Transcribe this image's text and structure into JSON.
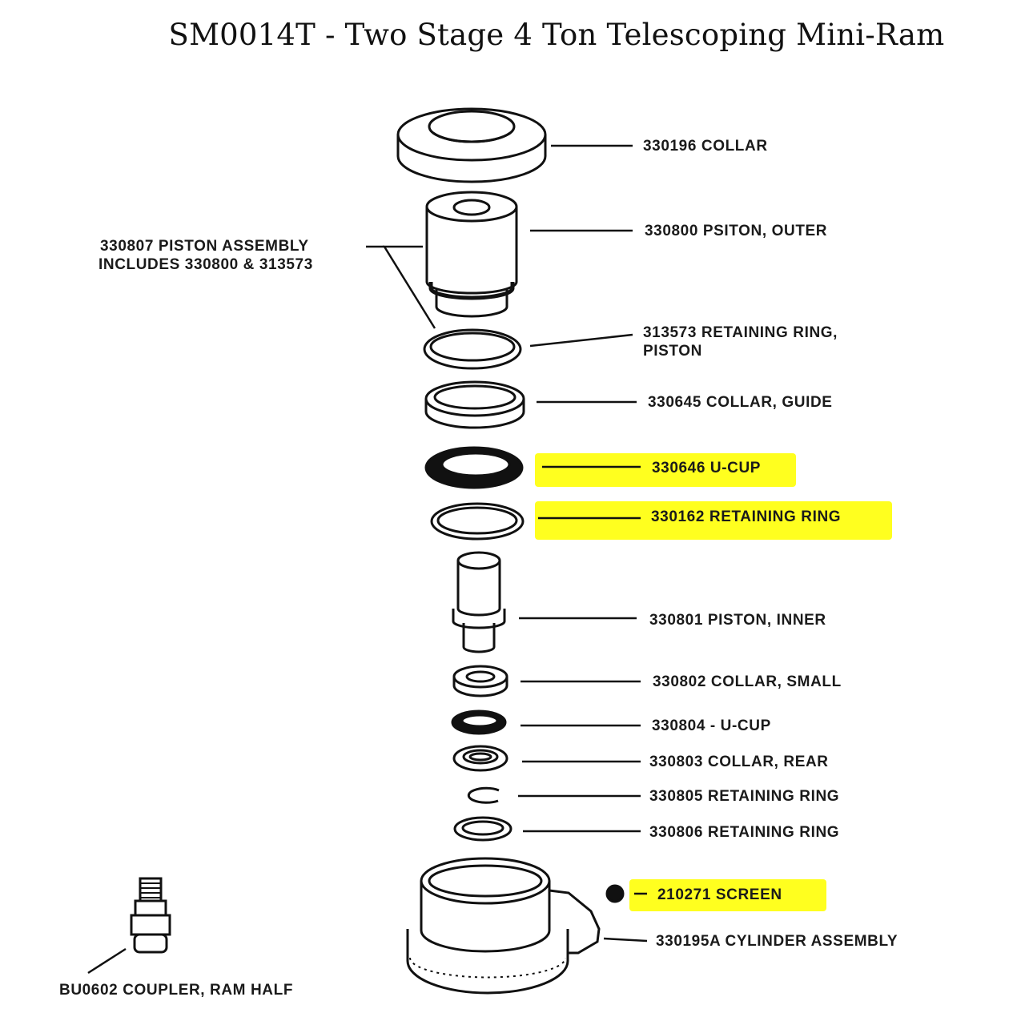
{
  "title": "SM0014T - Two Stage 4 Ton Telescoping Mini-Ram",
  "highlight_color": "#ffff1f",
  "parts": {
    "collar": "330196 COLLAR",
    "piston_outer": "330800 PSITON, OUTER",
    "piston_assembly_line1": "330807 PISTON ASSEMBLY",
    "piston_assembly_line2": "INCLUDES 330800 & 313573",
    "retaining_ring_piston_line1": "313573 RETAINING RING,",
    "retaining_ring_piston_line2": "PISTON",
    "collar_guide": "330645 COLLAR, GUIDE",
    "u_cup": "330646 U-CUP",
    "retaining_ring": "330162 RETAINING RING",
    "piston_inner": "330801 PISTON, INNER",
    "collar_small": "330802 COLLAR, SMALL",
    "u_cup_small": "330804 - U-CUP",
    "collar_rear": "330803 COLLAR, REAR",
    "retaining_ring_805": "330805 RETAINING RING",
    "retaining_ring_806": "330806 RETAINING RING",
    "screen": "210271 SCREEN",
    "cylinder_assembly": "330195A CYLINDER ASSEMBLY",
    "coupler": "BU0602 COUPLER, RAM HALF"
  }
}
